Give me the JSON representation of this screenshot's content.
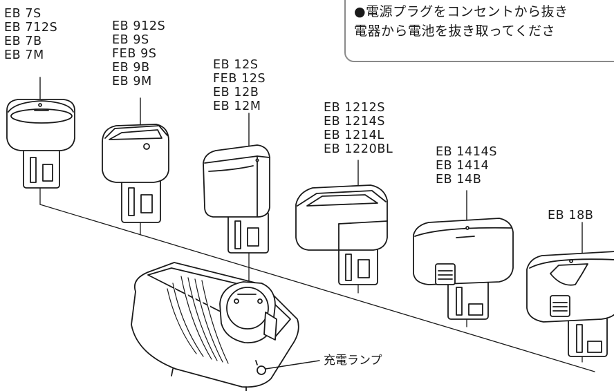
{
  "note": {
    "line1": "●電源プラグをコンセントから抜き",
    "line2": "電器から電池を抜き取ってくださ"
  },
  "batteries": [
    {
      "models": [
        "EB 7S",
        "EB 712S",
        "EB 7B",
        "EB 7M"
      ]
    },
    {
      "models": [
        "EB 912S",
        "EB 9S",
        "FEB 9S",
        "EB 9B",
        "EB 9M"
      ]
    },
    {
      "models": [
        "EB 12S",
        "FEB 12S",
        "EB 12B",
        "EB 12M"
      ]
    },
    {
      "models": [
        "EB 1212S",
        "EB 1214S",
        "EB 1214L",
        "EB 1220BL"
      ]
    },
    {
      "models": [
        "EB 1414S",
        "EB 1414",
        "EB 14B"
      ]
    },
    {
      "models": [
        "EB 18B"
      ]
    }
  ],
  "charger": {
    "lamp_label": "充電ランプ"
  }
}
